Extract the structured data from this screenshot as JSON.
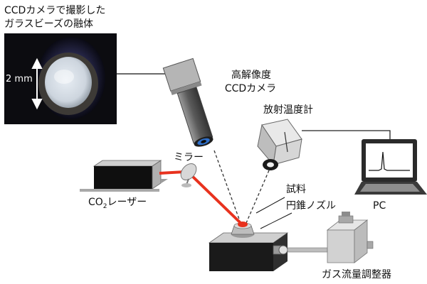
{
  "photo": {
    "caption_line1": "CCDカメラで撮影した",
    "caption_line2": "ガラスビーズの融体",
    "scale_text": "2 mm"
  },
  "labels": {
    "ccd_camera_line1": "高解像度",
    "ccd_camera_line2": "CCDカメラ",
    "pyrometer": "放射温度計",
    "mirror": "ミラー",
    "laser_prefix": "CO",
    "laser_sub": "2",
    "laser_suffix": "レーザー",
    "sample": "試料",
    "nozzle": "円錐ノズル",
    "pc": "PC",
    "gas_regulator": "ガス流量調整器"
  },
  "colors": {
    "laser_beam": "#e8321e",
    "sample": "#e8321e",
    "camera_lens_ring": "#2f6fc9",
    "laser_body": "#111111"
  }
}
